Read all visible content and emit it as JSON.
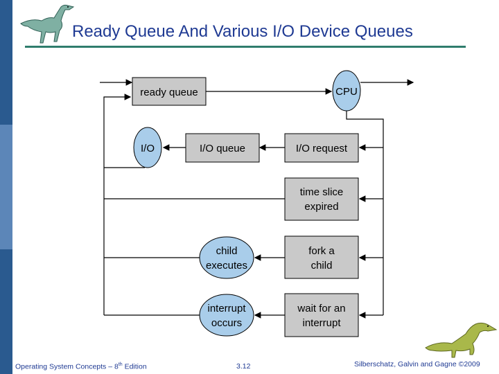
{
  "slide": {
    "title": "Ready Queue And Various I/O Device Queues"
  },
  "diagram": {
    "nodes": {
      "ready_queue": "ready queue",
      "cpu": "CPU",
      "io": "I/O",
      "io_queue": "I/O queue",
      "io_request": "I/O request",
      "time_slice_1": "time slice",
      "time_slice_2": "expired",
      "child_exec_1": "child",
      "child_exec_2": "executes",
      "fork_1": "fork a",
      "fork_2": "child",
      "intr_occurs_1": "interrupt",
      "intr_occurs_2": "occurs",
      "wait_intr_1": "wait for an",
      "wait_intr_2": "interrupt"
    }
  },
  "footer": {
    "left_prefix": "Operating System Concepts – 8",
    "left_sup": "th",
    "left_suffix": " Edition",
    "page": "3.12",
    "right": "Silberschatz, Galvin and Gagne ©2009"
  },
  "colors": {
    "sidebar_top": "#2a5a8f",
    "sidebar_mid": "#5c86b8",
    "sidebar_bot": "#2a5a8f",
    "title": "#1f3a93",
    "rule": "#2f7d6d",
    "box_fill": "#c9c9c9",
    "circle_fill": "#a9cdea"
  }
}
